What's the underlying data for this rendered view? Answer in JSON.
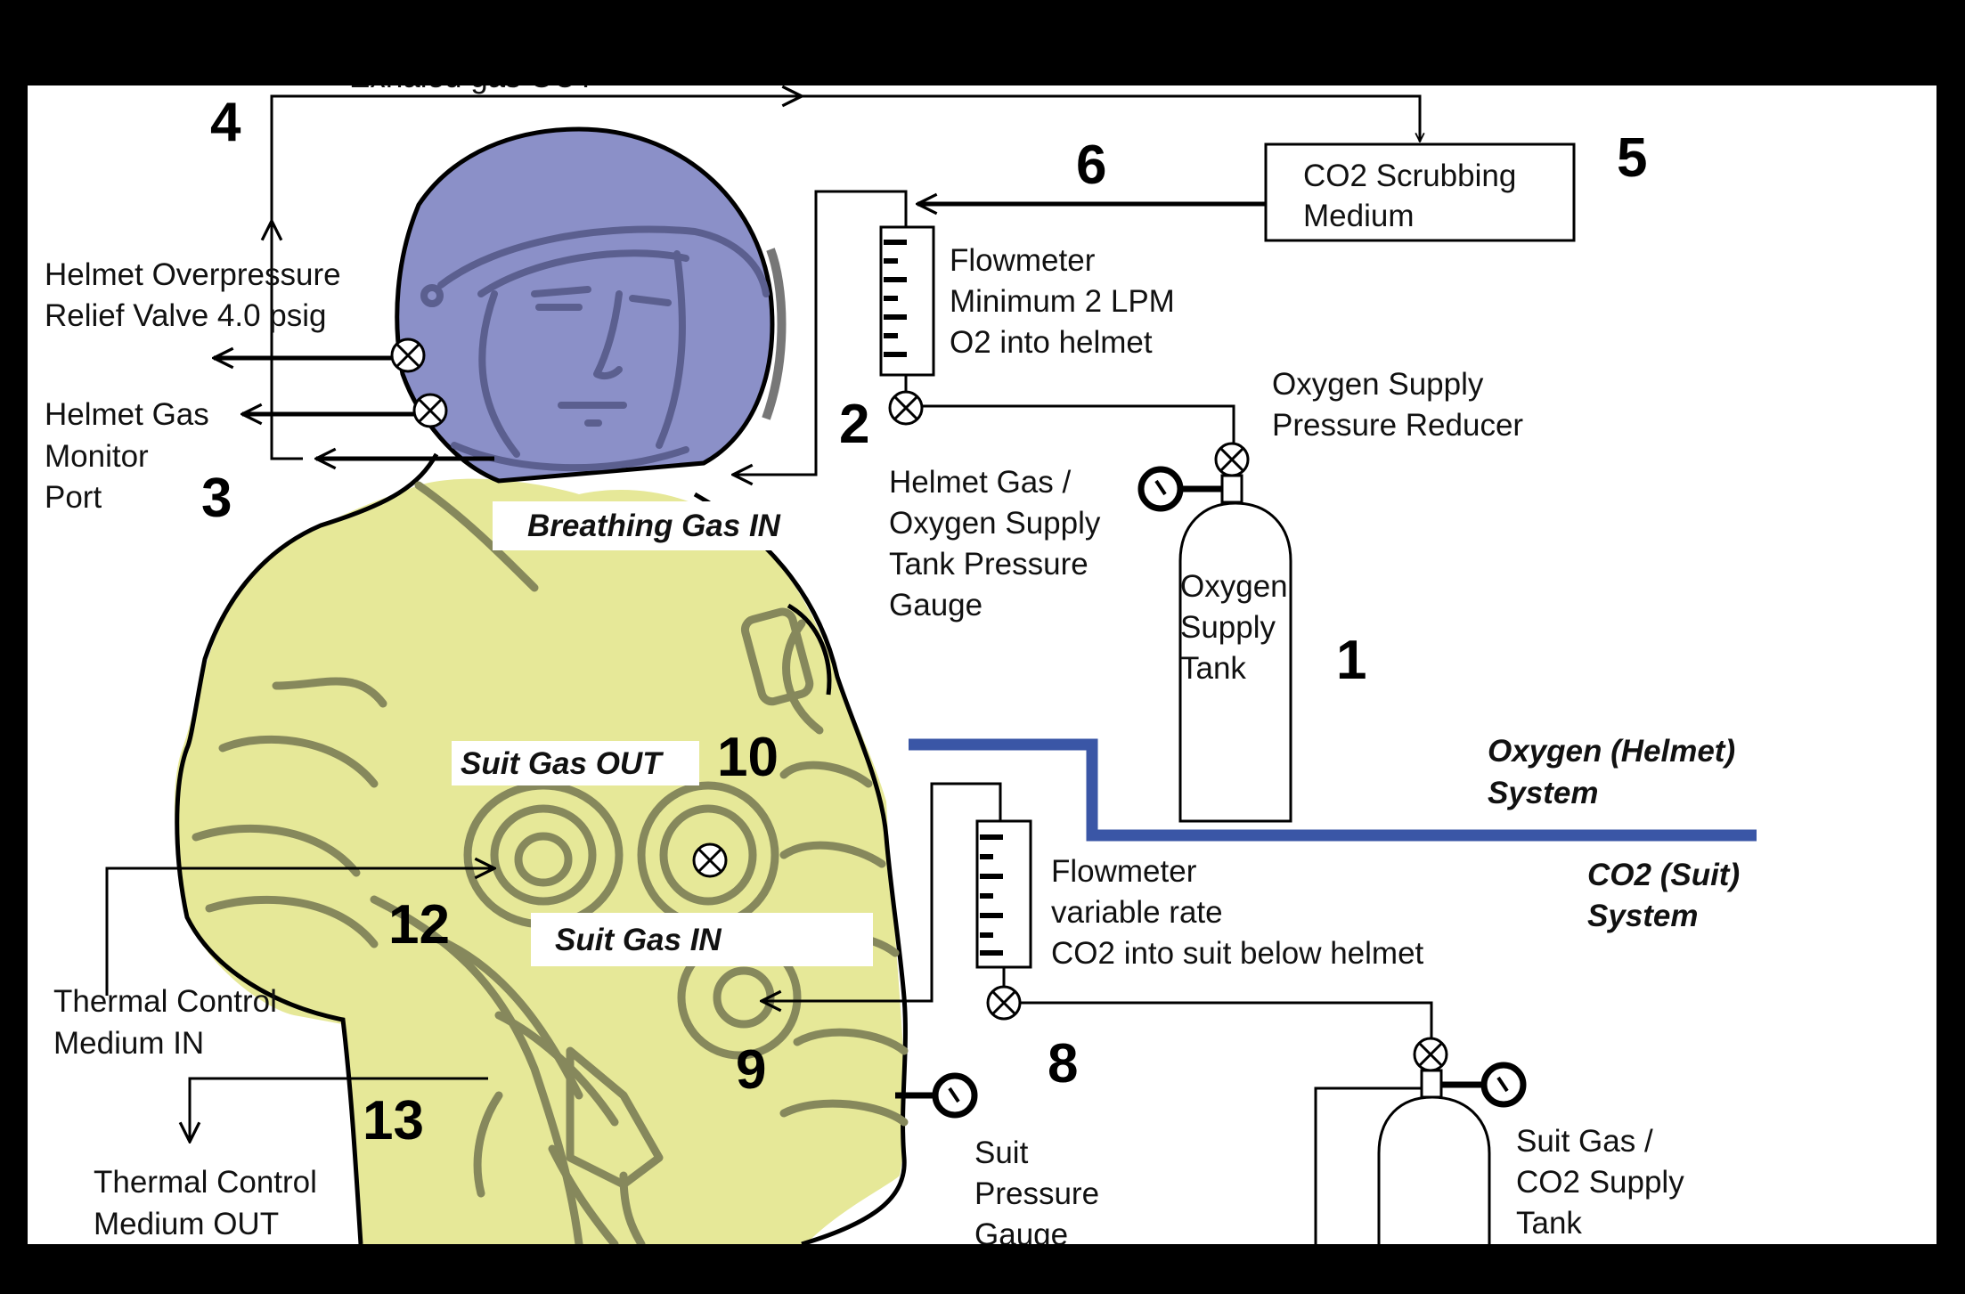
{
  "diagram": {
    "title_clipped": "Exhaled gas OUT",
    "colors": {
      "background": "#000000",
      "canvas": "#ffffff",
      "suit_fill": "#e6e898",
      "suit_lines": "#86885c",
      "helmet_fill": "#8b90c8",
      "helmet_lines": "#5b5f8f",
      "system_divider": "#3a56a6"
    },
    "numbers": {
      "n1": "1",
      "n2": "2",
      "n3": "3",
      "n4": "4",
      "n5": "5",
      "n6": "6",
      "n8": "8",
      "n9": "9",
      "n10": "10",
      "n12": "12",
      "n13": "13"
    },
    "labels": {
      "helmet_overpressure": [
        "Helmet Overpressure",
        "Relief Valve 4.0 psig"
      ],
      "helmet_gas_monitor": [
        "Helmet Gas",
        "Monitor",
        "Port"
      ],
      "co2_scrubber": [
        "CO2 Scrubbing",
        "Medium"
      ],
      "flowmeter_o2": [
        "Flowmeter",
        "Minimum 2 LPM",
        "O2 into helmet"
      ],
      "oxygen_pressure_reducer": [
        "Oxygen Supply",
        "Pressure Reducer"
      ],
      "helmet_gas_gauge": [
        "Helmet Gas /",
        "Oxygen Supply",
        "Tank Pressure",
        "Gauge"
      ],
      "oxygen_tank": [
        "Oxygen",
        "Supply",
        "Tank"
      ],
      "flowmeter_co2": [
        "Flowmeter",
        "variable rate",
        "CO2 into suit below helmet"
      ],
      "suit_pressure_gauge": [
        "Suit",
        "Pressure",
        "Gauge"
      ],
      "co2_tank": [
        "Suit Gas /",
        "CO2 Supply",
        "Tank"
      ],
      "thermal_in": [
        "Thermal Control",
        "Medium IN"
      ],
      "thermal_out": [
        "Thermal Control",
        "Medium OUT"
      ]
    },
    "tags": {
      "breathing_gas_in": "Breathing Gas IN",
      "suit_gas_out": "Suit Gas OUT",
      "suit_gas_in": "Suit Gas IN"
    },
    "systems": {
      "oxygen": [
        "Oxygen (Helmet)",
        "System"
      ],
      "co2": [
        "CO2 (Suit)",
        "System"
      ]
    }
  }
}
